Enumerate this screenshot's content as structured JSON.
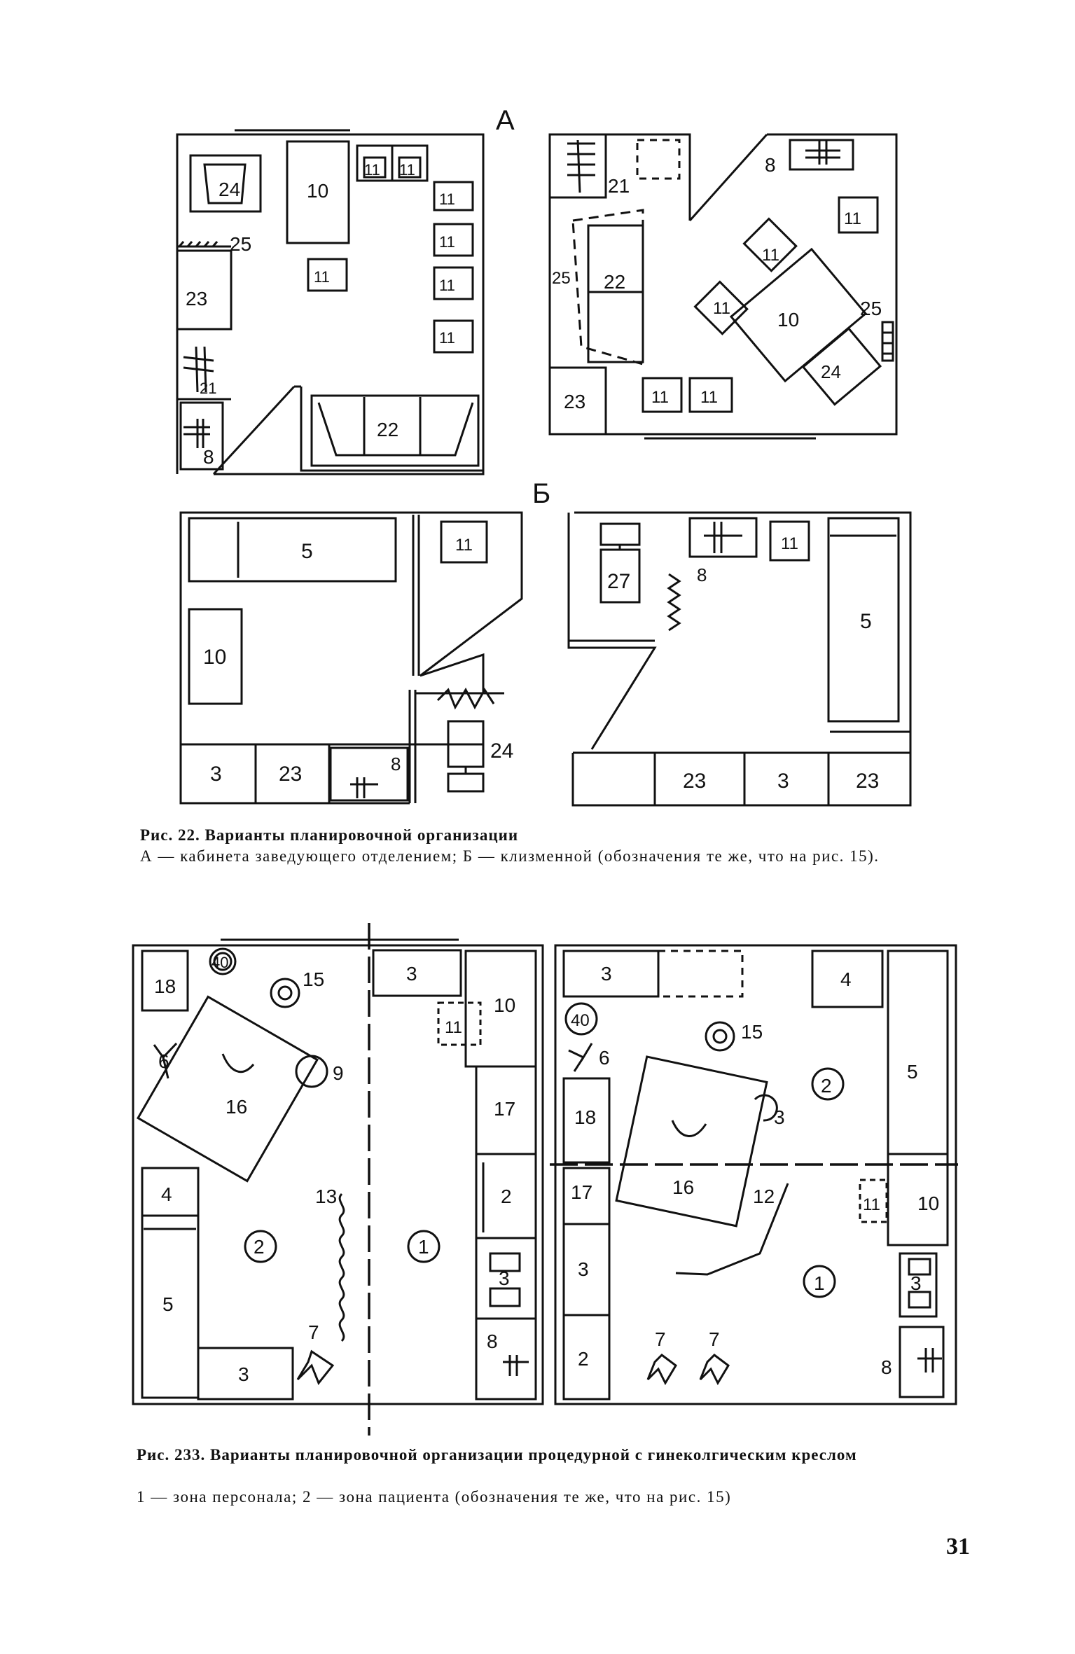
{
  "figure22": {
    "panel_a_label": "А",
    "panel_b_label": "Б",
    "caption_title": "Рис. 22. Варианты планировочной организации",
    "caption_body": "А — кабинета заведующего отделением; Б — клизменной (обозначения те же, что на рис. 15).",
    "room_a1": {
      "labels": [
        "24",
        "10",
        "11",
        "11",
        "11",
        "11",
        "11",
        "11",
        "11",
        "25",
        "23",
        "21",
        "8",
        "22"
      ]
    },
    "room_a2": {
      "labels": [
        "21",
        "8",
        "11",
        "11",
        "25",
        "22",
        "11",
        "10",
        "25",
        "24",
        "23",
        "11",
        "11"
      ]
    },
    "room_b1": {
      "labels": [
        "5",
        "11",
        "10",
        "3",
        "23",
        "8",
        "24"
      ]
    },
    "room_b2": {
      "labels": [
        "27",
        "8",
        "11",
        "5",
        "23",
        "3",
        "23"
      ]
    }
  },
  "figure23": {
    "caption_title": "Рис. 233. Варианты планировочной организации процедурной с гинеколгическим креслом",
    "caption_body": "1 — зона персонала; 2 — зона пациента (обозначения те же, что на рис. 15)",
    "room_left": {
      "labels": [
        "18",
        "40",
        "15",
        "6",
        "9",
        "16",
        "4",
        "13",
        "2",
        "5",
        "7",
        "3",
        "3",
        "10",
        "11",
        "17",
        "2",
        "1",
        "3",
        "8"
      ]
    },
    "room_right": {
      "labels": [
        "3",
        "4",
        "40",
        "15",
        "6",
        "5",
        "2",
        "18",
        "3",
        "16",
        "17",
        "12",
        "11",
        "10",
        "3",
        "1",
        "3",
        "2",
        "7",
        "7",
        "8"
      ]
    }
  },
  "page_number": "31"
}
